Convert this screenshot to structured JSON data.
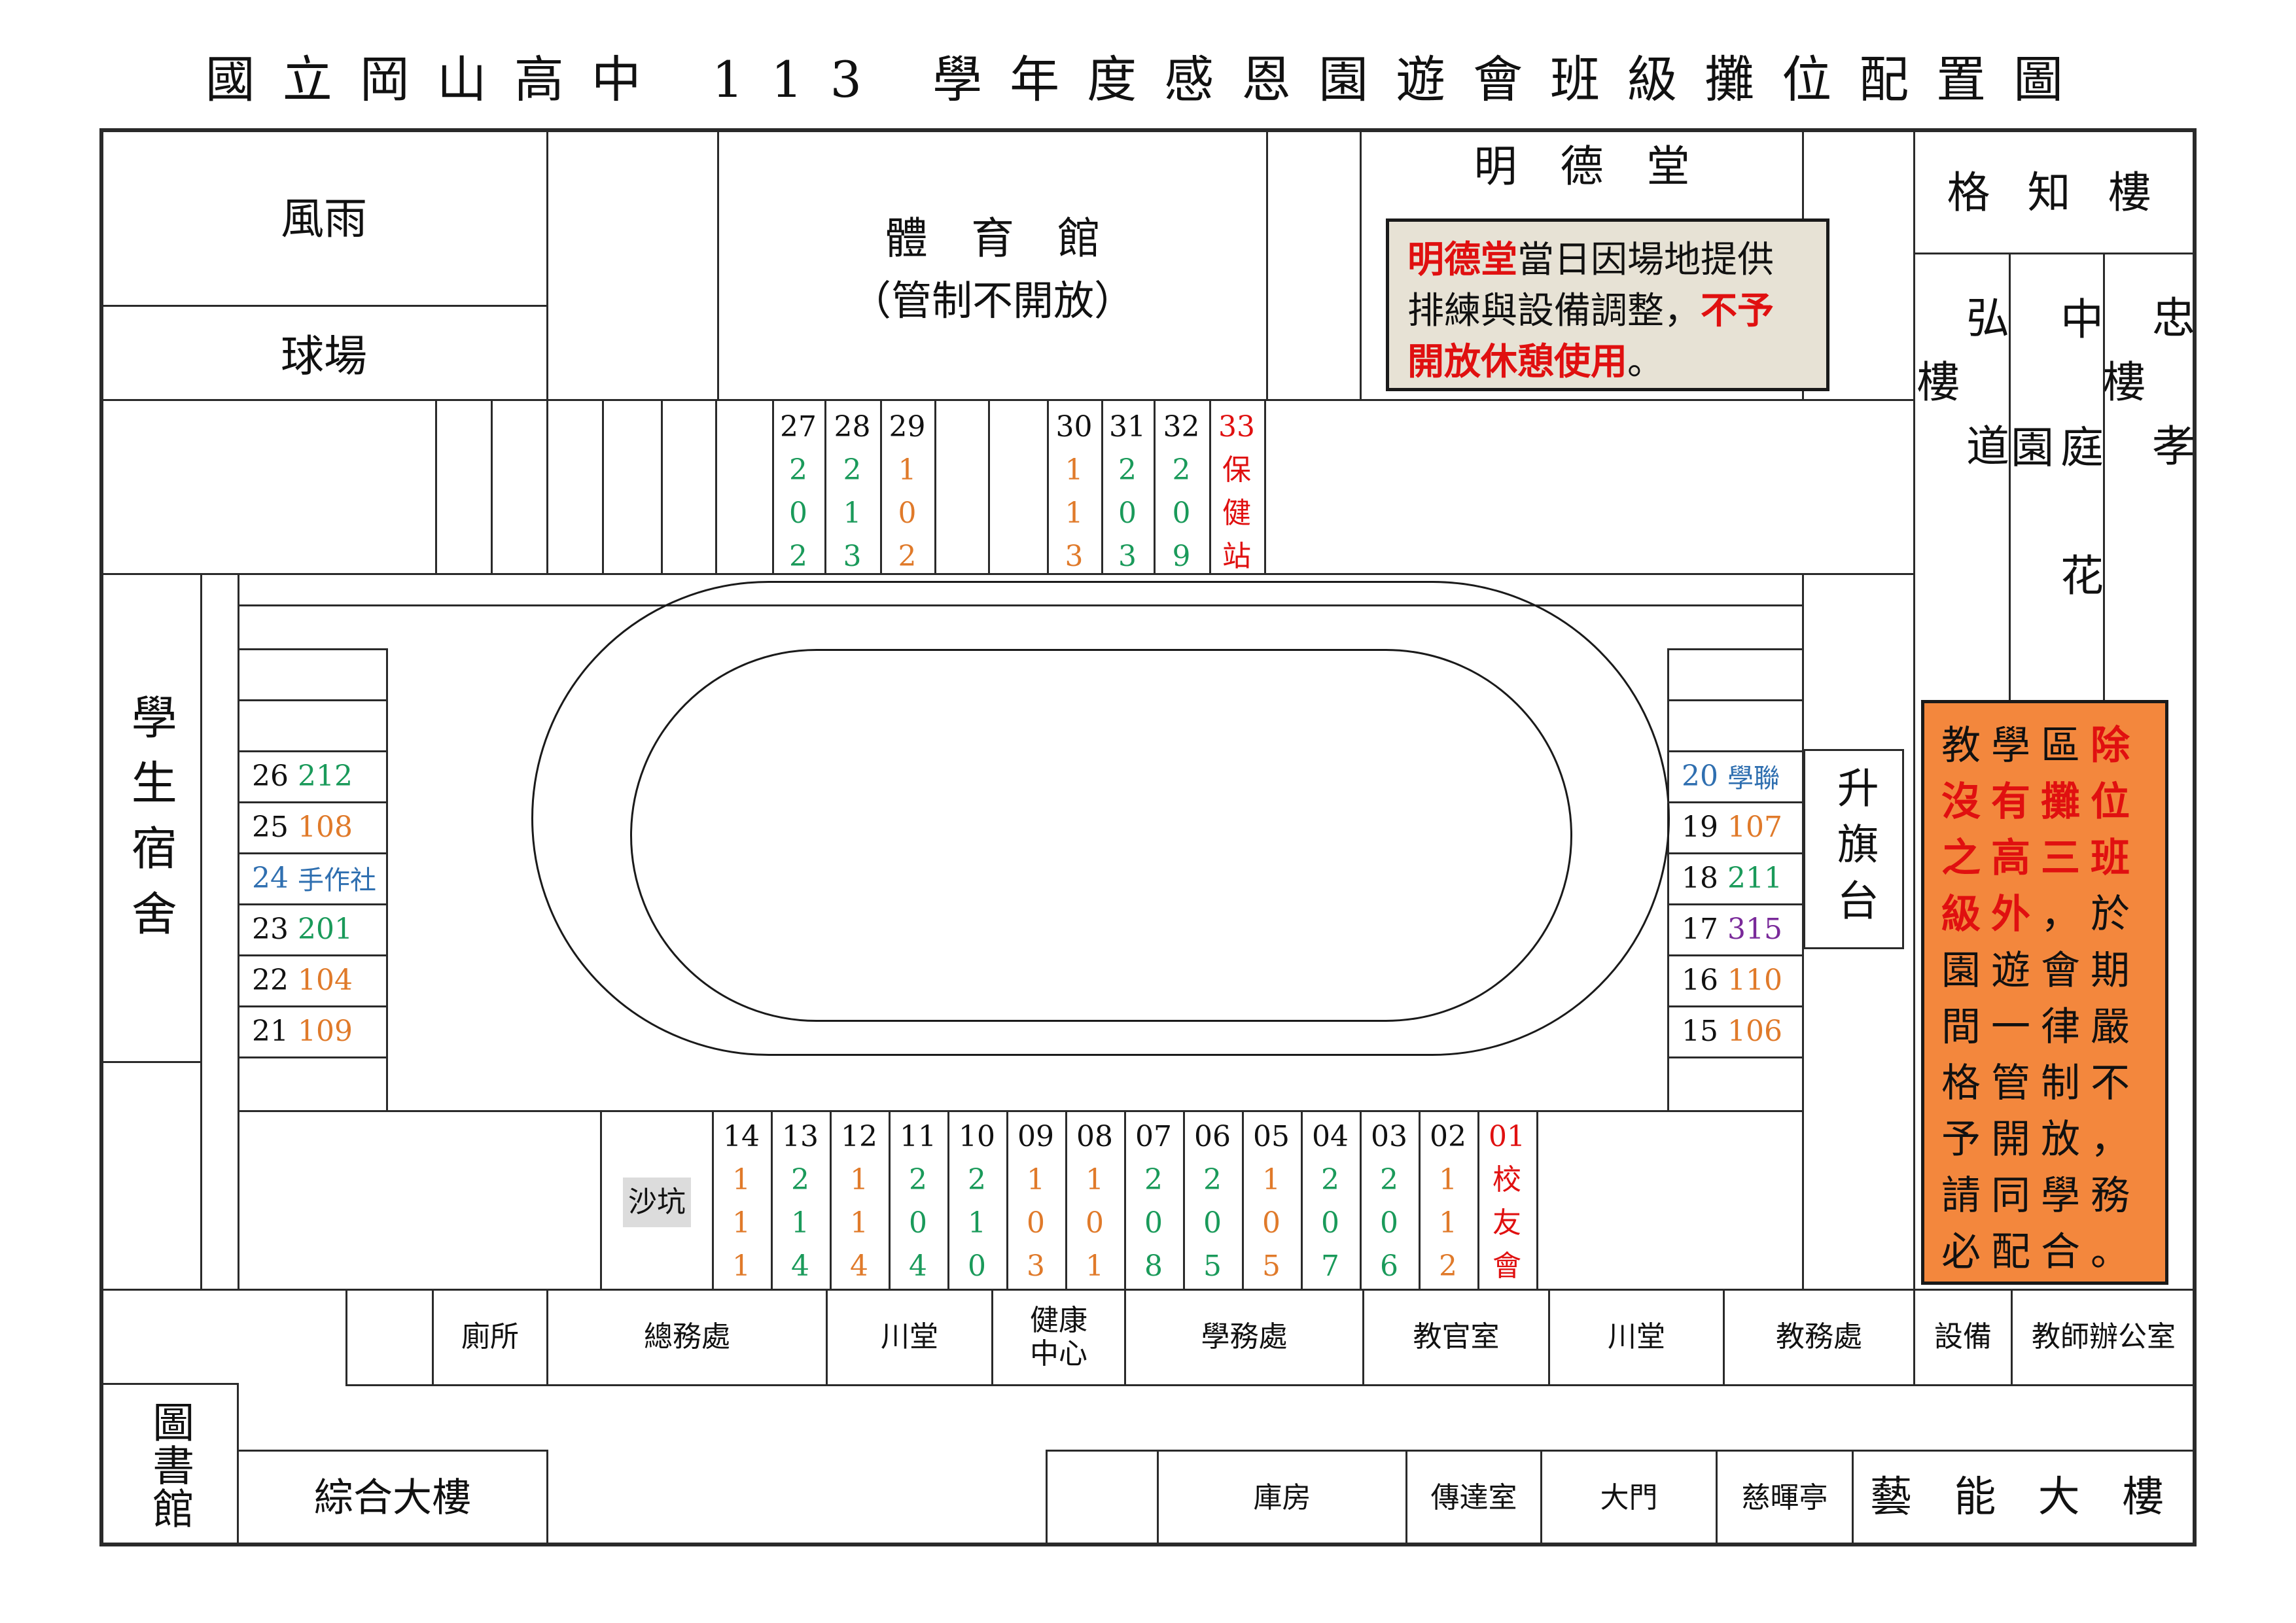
{
  "title": "國立岡山高中 113 學年度感恩園遊會班級攤位配置圖",
  "colors": {
    "green": "#1a9a5a",
    "orange": "#e07a2a",
    "red": "#e01010",
    "blue": "#2f6fb0",
    "purple": "#7a2a9a",
    "notice_box": "#f3873d",
    "mingde_box": "#e7e2d5",
    "sand": "#dcdcdc"
  },
  "buildings": {
    "fengyu_top": "風雨",
    "fengyu_bottom": "球場",
    "gym_line1": "體　育　館",
    "gym_line2": "（管制不開放）",
    "mingde": "明　德　堂",
    "gezhi": "格 知 樓",
    "hongdao": "弘道樓",
    "zhongting": "中庭花園",
    "zhongxiao": "忠孝樓",
    "dorm": "學生宿舍",
    "flagpole": "升旗台",
    "sandpit": "沙坑",
    "library": "圖書館",
    "complex": "綜合大樓",
    "arts": "藝 能 大 樓",
    "row1": [
      "廁所",
      "總務處",
      "川堂",
      "健康\n中心",
      "學務處",
      "教官室",
      "川堂",
      "教務處",
      "設備",
      "教師辦公室"
    ],
    "row2": [
      "庫房",
      "傳達室",
      "大門",
      "慈暉亭"
    ]
  },
  "mingde_notice": {
    "red1": "明德堂",
    "black1": "當日因場地提供排練與設備調整，",
    "red2": "不予開放休憩使用",
    "black2": "。"
  },
  "notice": {
    "p1": "教學區",
    "p2": "除沒有攤位之高三班級外",
    "p3": "，於園遊會期間一律嚴格管制不予開放，請同學務必配合。"
  },
  "top_booths": [
    {
      "num": "27",
      "chars": [
        "2",
        "0",
        "2"
      ],
      "color": "green"
    },
    {
      "num": "28",
      "chars": [
        "2",
        "1",
        "3"
      ],
      "color": "green"
    },
    {
      "num": "29",
      "chars": [
        "1",
        "0",
        "2"
      ],
      "color": "orange"
    },
    {
      "num": "30",
      "chars": [
        "1",
        "1",
        "3"
      ],
      "color": "orange"
    },
    {
      "num": "31",
      "chars": [
        "2",
        "0",
        "3"
      ],
      "color": "green"
    },
    {
      "num": "32",
      "chars": [
        "2",
        "0",
        "9"
      ],
      "color": "green"
    },
    {
      "num": "33",
      "chars": [
        "保",
        "健",
        "站"
      ],
      "color": "red",
      "num_color": "red"
    }
  ],
  "bottom_booths": [
    {
      "num": "14",
      "chars": [
        "1",
        "1",
        "1"
      ],
      "color": "orange"
    },
    {
      "num": "13",
      "chars": [
        "2",
        "1",
        "4"
      ],
      "color": "green"
    },
    {
      "num": "12",
      "chars": [
        "1",
        "1",
        "4"
      ],
      "color": "orange"
    },
    {
      "num": "11",
      "chars": [
        "2",
        "0",
        "4"
      ],
      "color": "green"
    },
    {
      "num": "10",
      "chars": [
        "2",
        "1",
        "0"
      ],
      "color": "green"
    },
    {
      "num": "09",
      "chars": [
        "1",
        "0",
        "3"
      ],
      "color": "orange"
    },
    {
      "num": "08",
      "chars": [
        "1",
        "0",
        "1"
      ],
      "color": "orange"
    },
    {
      "num": "07",
      "chars": [
        "2",
        "0",
        "8"
      ],
      "color": "green"
    },
    {
      "num": "06",
      "chars": [
        "2",
        "0",
        "5"
      ],
      "color": "green"
    },
    {
      "num": "05",
      "chars": [
        "1",
        "0",
        "5"
      ],
      "color": "orange"
    },
    {
      "num": "04",
      "chars": [
        "2",
        "0",
        "7"
      ],
      "color": "green"
    },
    {
      "num": "03",
      "chars": [
        "2",
        "0",
        "6"
      ],
      "color": "green"
    },
    {
      "num": "02",
      "chars": [
        "1",
        "1",
        "2"
      ],
      "color": "orange"
    },
    {
      "num": "01",
      "chars": [
        "校",
        "友",
        "會"
      ],
      "color": "red",
      "num_color": "red"
    }
  ],
  "left_booths": [
    {
      "num": "26",
      "label": "212",
      "color": "green"
    },
    {
      "num": "25",
      "label": "108",
      "color": "orange"
    },
    {
      "num": "24",
      "label": "手作社",
      "color": "blue",
      "num_color": "blue"
    },
    {
      "num": "23",
      "label": "201",
      "color": "green"
    },
    {
      "num": "22",
      "label": "104",
      "color": "orange"
    },
    {
      "num": "21",
      "label": "109",
      "color": "orange"
    }
  ],
  "right_booths": [
    {
      "num": "20",
      "label": "學聯",
      "color": "blue",
      "num_color": "blue"
    },
    {
      "num": "19",
      "label": "107",
      "color": "orange"
    },
    {
      "num": "18",
      "label": "211",
      "color": "green"
    },
    {
      "num": "17",
      "label": "315",
      "color": "purple"
    },
    {
      "num": "16",
      "label": "110",
      "color": "orange"
    },
    {
      "num": "15",
      "label": "106",
      "color": "orange"
    }
  ]
}
